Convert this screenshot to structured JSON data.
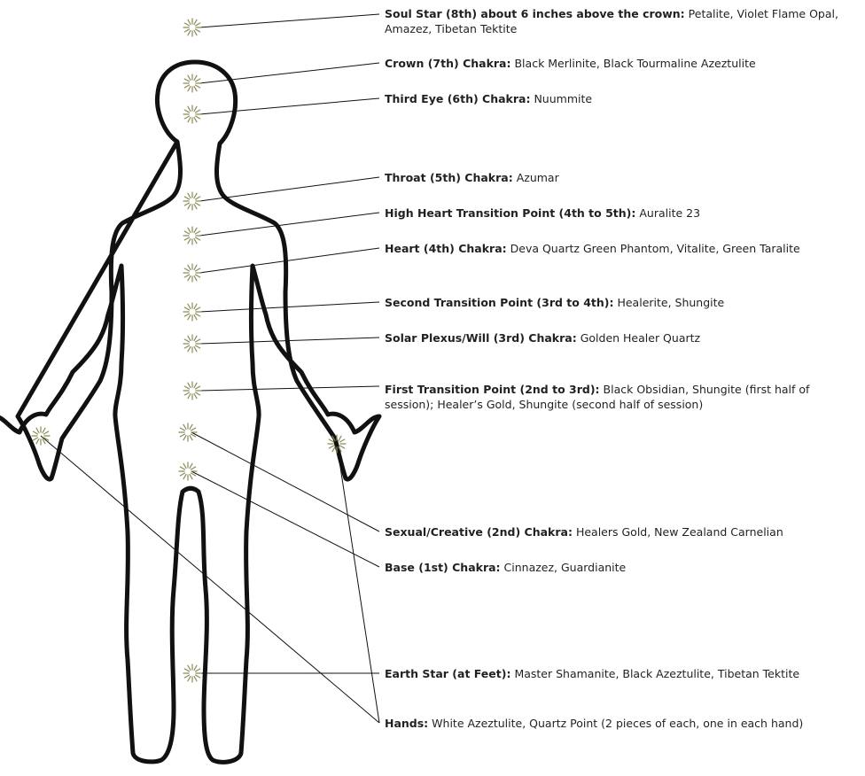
{
  "labels": [
    {
      "id": "soul-star",
      "name": "Soul Star (8th) about 6 inches above the crown:",
      "stones": "Petalite, Violet Flame Opal, Amazez, Tibetan Tektite"
    },
    {
      "id": "crown",
      "name": "Crown (7th) Chakra:",
      "stones": "Black Merlinite, Black Tourmaline Azeztulite"
    },
    {
      "id": "third-eye",
      "name": "Third Eye (6th) Chakra:",
      "stones": "Nuummite"
    },
    {
      "id": "throat",
      "name": "Throat (5th) Chakra:",
      "stones": "Azumar"
    },
    {
      "id": "high-heart",
      "name": "High Heart Transition Point (4th to 5th):",
      "stones": "Auralite 23"
    },
    {
      "id": "heart",
      "name": "Heart (4th) Chakra:",
      "stones": "Deva Quartz Green Phantom, Vitalite, Green Taralite"
    },
    {
      "id": "second-transition",
      "name": "Second Transition Point (3rd to 4th):",
      "stones": "Healerite, Shungite"
    },
    {
      "id": "solar-plexus",
      "name": "Solar Plexus/Will (3rd) Chakra:",
      "stones": " Golden Healer Quartz"
    },
    {
      "id": "first-transition",
      "name": "First Transition Point (2nd to 3rd):",
      "stones": "Black Obsidian, Shungite (first half of session); Healer’s Gold, Shungite (second half of session)"
    },
    {
      "id": "sexual",
      "name": "Sexual/Creative (2nd) Chakra:",
      "stones": "Healers Gold, New Zealand Carnelian"
    },
    {
      "id": "base",
      "name": "Base (1st) Chakra:",
      "stones": "Cinnazez, Guardianite"
    },
    {
      "id": "hands",
      "name": "Hands:",
      "stones": "White Azeztulite, Quartz Point (2 pieces of each, one in each hand)"
    },
    {
      "id": "earth-star",
      "name": "Earth Star (at Feet):",
      "stones": "Master Shamanite, Black Azeztulite, Tibetan Tektite"
    }
  ],
  "colors": {
    "outline": "#111111",
    "burst": "#8a8a55",
    "text": "#231f20"
  }
}
